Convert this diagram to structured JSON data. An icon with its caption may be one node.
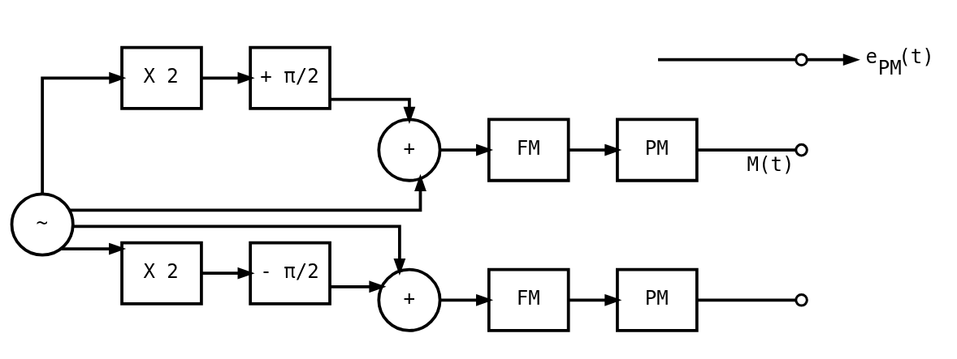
{
  "diagram": {
    "nodes": [
      {
        "text": [
          "~"
        ]
      },
      {
        "text": [
          "X 2"
        ]
      },
      {
        "text": [
          "+ π/2"
        ]
      },
      {
        "text": [
          "+"
        ]
      },
      {
        "text": [
          "FM"
        ]
      },
      {
        "text": [
          "PM"
        ]
      },
      {
        "text": [],
        "shape": "circle",
        "beside": [
          "M(t)"
        ]
      },
      {
        "text": [],
        "shape": "circle"
      },
      {
        "text": [
          "e$_{PM}$(t)"
        ]
      },
      {
        "text": [],
        "shape": "circle"
      },
      {
        "text": [
          "X 2"
        ]
      },
      {
        "text": [
          "- π/2"
        ]
      },
      {
        "text": [
          "+"
        ]
      },
      {
        "text": [
          "FM"
        ]
      },
      {
        "text": [
          "PM"
        ]
      }
    ],
    "edges": [
      {
        "from": 0,
        "to": 1,
        "arrow": "to"
      },
      {
        "from": 1,
        "to": 2,
        "arrow": "to"
      },
      {
        "from": 2,
        "to": 3,
        "arrow": "to"
      },
      {
        "from": 0,
        "to": 3,
        "arrow": "to"
      },
      {
        "from": 3,
        "to": 4,
        "arrow": "to"
      },
      {
        "from": 4,
        "to": 5,
        "arrow": "to"
      },
      {
        "from": 5,
        "to": 6,
        "arrow": "none"
      },
      {
        "from": null,
        "to": 7,
        "arrow": "none"
      },
      {
        "from": 7,
        "to": 8,
        "arrow": "to"
      },
      {
        "from": 0,
        "to": 10,
        "arrow": "to"
      },
      {
        "from": 10,
        "to": 11,
        "arrow": "to"
      },
      {
        "from": 11,
        "to": 12,
        "arrow": "to"
      },
      {
        "from": 0,
        "to": 12,
        "arrow": "to"
      },
      {
        "from": 12,
        "to": 13,
        "arrow": "to"
      },
      {
        "from": 13,
        "to": 14,
        "arrow": "to"
      },
      {
        "from": 14,
        "to": 9,
        "arrow": "none"
      }
    ]
  }
}
